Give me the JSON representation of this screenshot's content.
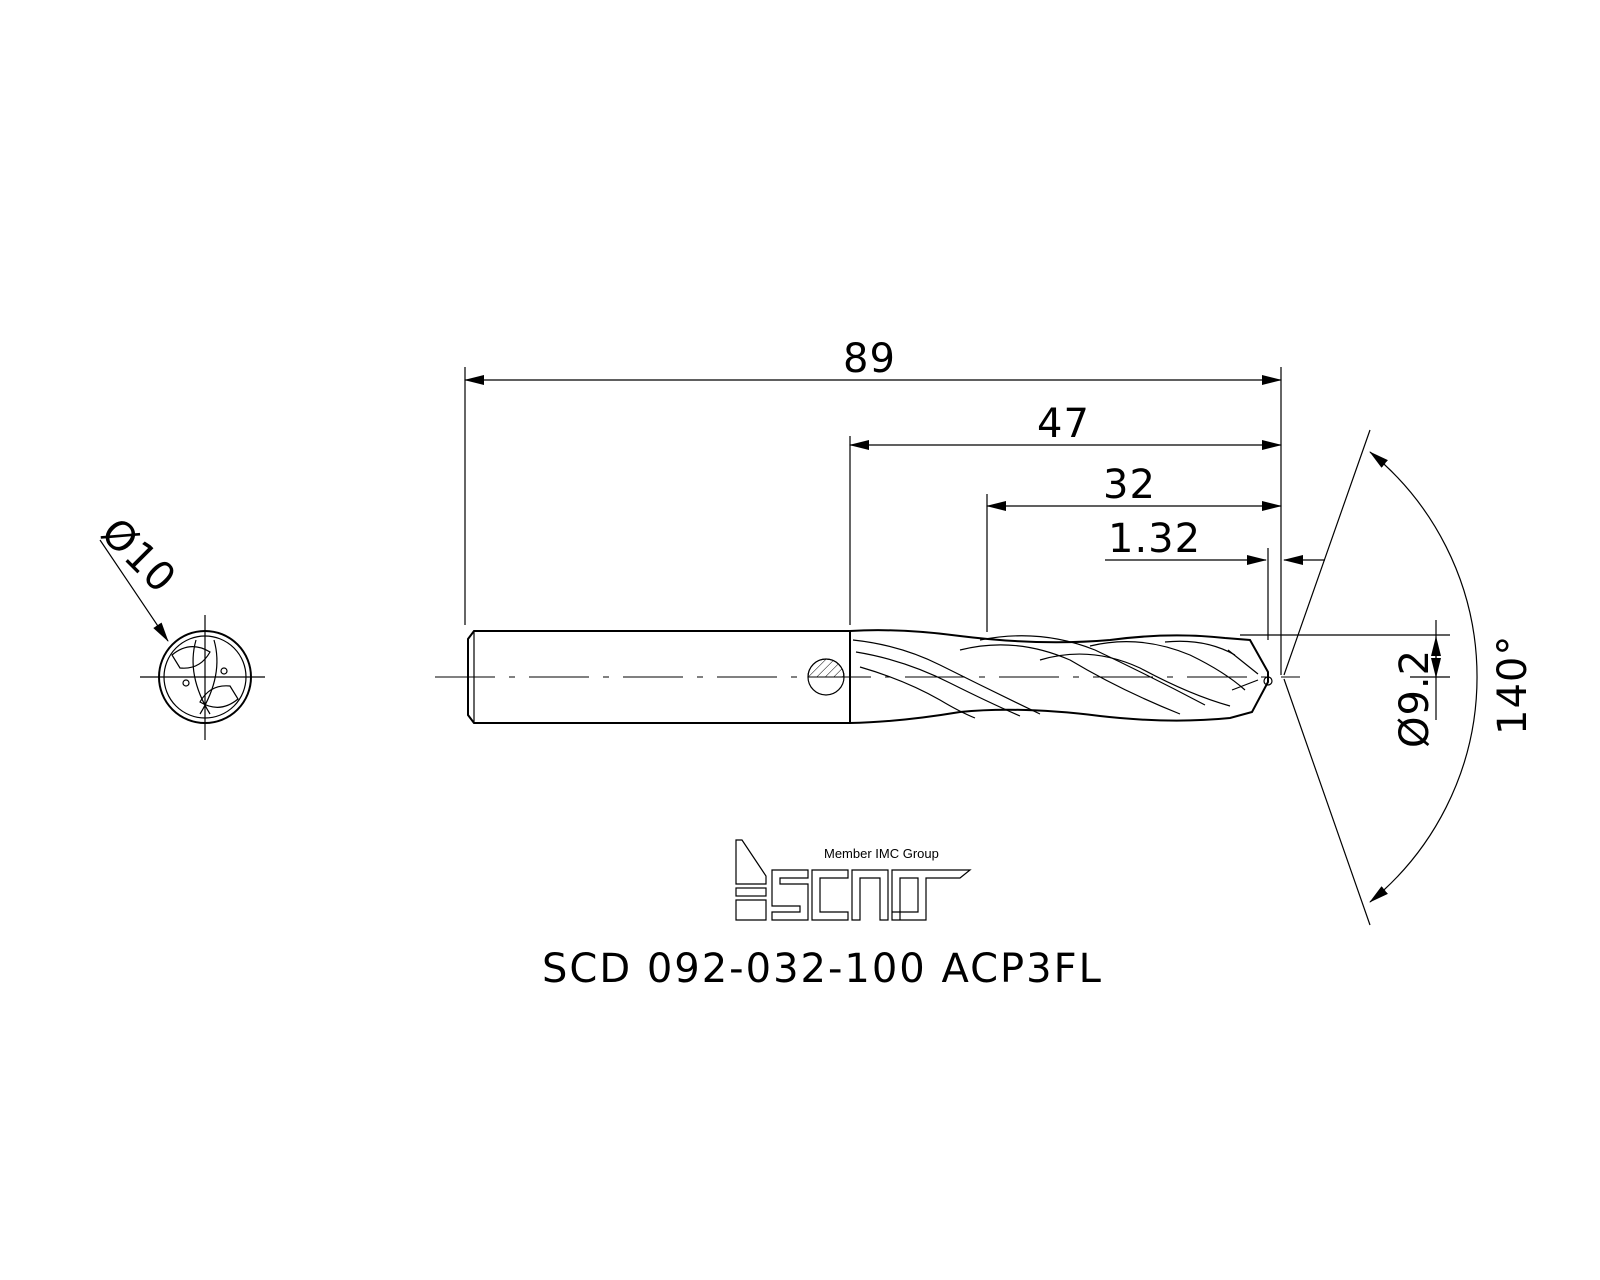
{
  "drawing": {
    "part_number": "SCD 092-032-100 ACP3FL",
    "brand_tagline": "Member IMC Group",
    "brand_name": "iscar",
    "dimensions": {
      "overall_length": "89",
      "flute_start": "47",
      "flute_length": "32",
      "point_length": "1.32",
      "shank_diameter": "Ø10",
      "cutting_diameter": "Ø9.2",
      "point_angle": "140°"
    }
  }
}
